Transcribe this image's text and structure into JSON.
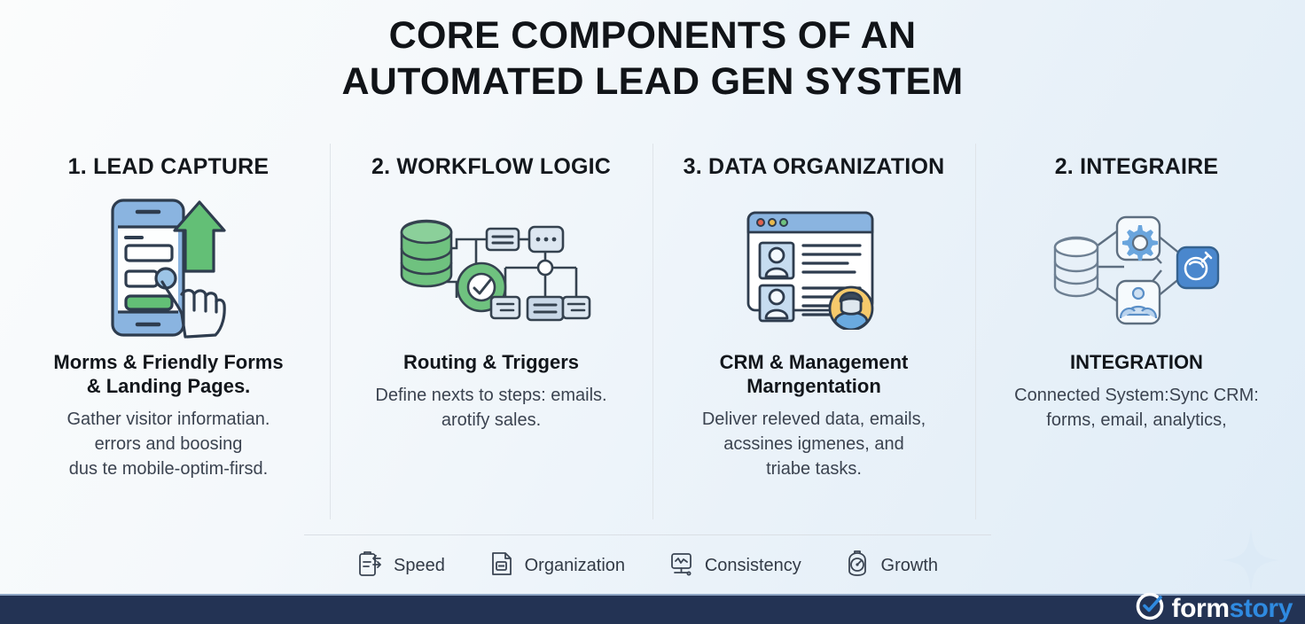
{
  "title": {
    "line1": "CORE COMPONENTS OF AN",
    "line2": "AUTOMATED LEAD GEN SYSTEM"
  },
  "colors": {
    "bg_start": "#fbfcfc",
    "bg_end": "#dfecf7",
    "heading": "#13171c",
    "body": "#3b4350",
    "divider": "#dfe4e9",
    "green": "#5cb85f",
    "blue": "#7aa9dc",
    "navy": "#233354",
    "logo_accent": "#2f8ae0",
    "avatar_yellow": "#f5c96b"
  },
  "columns": [
    {
      "heading": "1. LEAD CAPTURE",
      "icon": "mobile-form-capture-icon",
      "subtitle": "Morms & Friendly Forms\n& Landing Pages.",
      "body": "Gather visitor informatian.\nerrors and boosing\ndus te mobile-optim-firsd."
    },
    {
      "heading": "2. WORKFLOW LOGIC",
      "icon": "workflow-database-flowchart-icon",
      "subtitle": "Routing & Triggers",
      "body": "Define nexts to steps: emails.\narotify sales."
    },
    {
      "heading": "3. DATA ORGANIZATION",
      "icon": "crm-contact-window-icon",
      "subtitle": "CRM & Management\nMarngentation",
      "body": "Deliver releved data, emails,\nacssines igmenes, and\ntriabe tasks."
    },
    {
      "heading": "2. INTEGRAIRE",
      "icon": "integration-network-icon",
      "subtitle": "INTEGRATION",
      "body": "Connected System:Sync CRM:\nforms, email, analytics,"
    }
  ],
  "footer": {
    "items": [
      {
        "icon": "clipboard-speed-icon",
        "label": "Speed"
      },
      {
        "icon": "document-organization-icon",
        "label": "Organization"
      },
      {
        "icon": "monitor-consistency-icon",
        "label": "Consistency"
      },
      {
        "icon": "gauge-growth-icon",
        "label": "Growth"
      }
    ]
  },
  "branding": {
    "logo_icon": "circle-check-logo-icon",
    "logo_primary": "form",
    "logo_accent": "story",
    "sparkle_icon": "sparkle-icon"
  }
}
